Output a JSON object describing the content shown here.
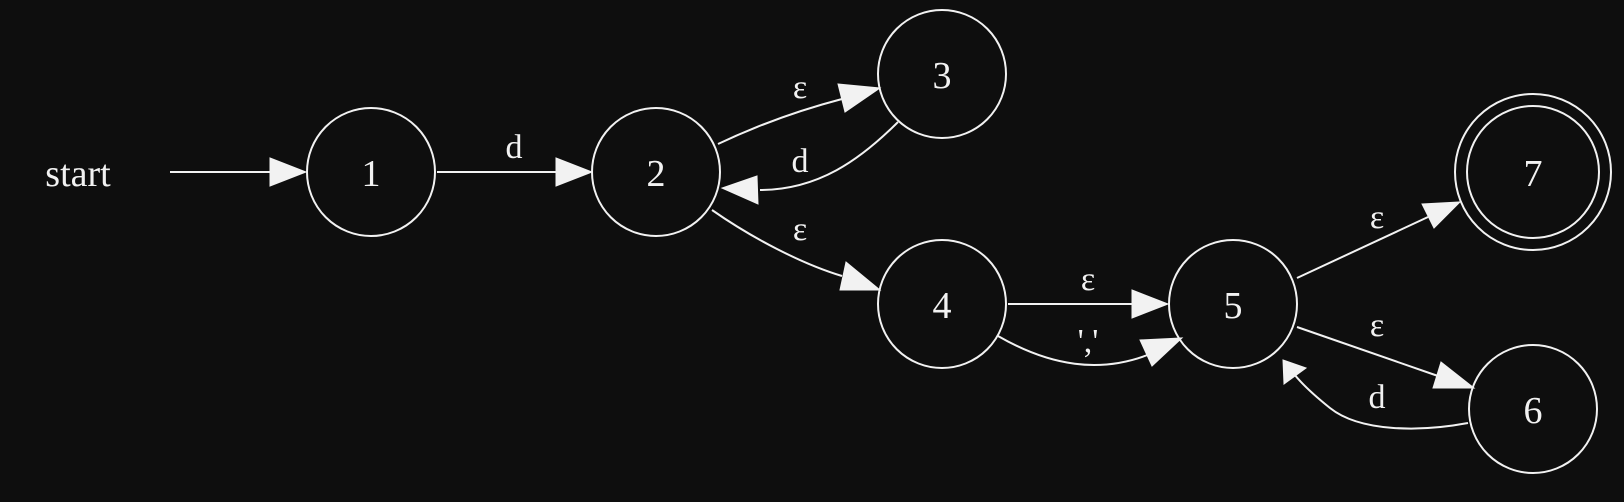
{
  "diagram": {
    "start_label": "start",
    "colors": {
      "background": "#0e0e0e",
      "stroke": "#f2f2f2"
    },
    "states": [
      {
        "id": "1",
        "label": "1",
        "accepting": false
      },
      {
        "id": "2",
        "label": "2",
        "accepting": false
      },
      {
        "id": "3",
        "label": "3",
        "accepting": false
      },
      {
        "id": "4",
        "label": "4",
        "accepting": false
      },
      {
        "id": "5",
        "label": "5",
        "accepting": false
      },
      {
        "id": "6",
        "label": "6",
        "accepting": false
      },
      {
        "id": "7",
        "label": "7",
        "accepting": true
      }
    ],
    "transitions": [
      {
        "from": "1",
        "to": "2",
        "label": "d"
      },
      {
        "from": "2",
        "to": "3",
        "label": "ε"
      },
      {
        "from": "3",
        "to": "2",
        "label": "d"
      },
      {
        "from": "2",
        "to": "4",
        "label": "ε"
      },
      {
        "from": "4",
        "to": "5",
        "label": "ε"
      },
      {
        "from": "4",
        "to": "5",
        "label": "','"
      },
      {
        "from": "5",
        "to": "7",
        "label": "ε"
      },
      {
        "from": "5",
        "to": "6",
        "label": "ε"
      },
      {
        "from": "6",
        "to": "5",
        "label": "d"
      }
    ]
  }
}
